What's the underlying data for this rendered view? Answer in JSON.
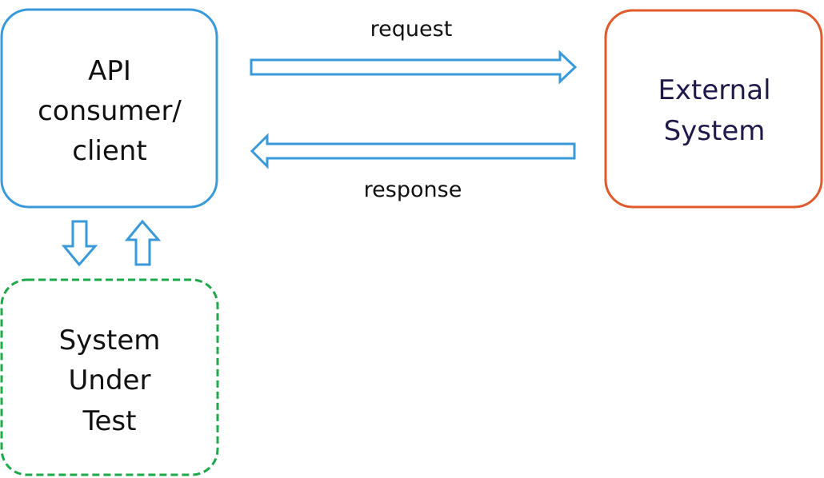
{
  "nodes": {
    "client": {
      "lines": [
        "API",
        "consumer/",
        "client"
      ],
      "border_color": "#3A9AD9",
      "text_color": "#111111"
    },
    "external": {
      "lines": [
        "External",
        "System"
      ],
      "border_color": "#E05A2B",
      "text_color": "#1F1A4A"
    },
    "sut": {
      "lines": [
        "System",
        "Under",
        "Test"
      ],
      "border_color": "#1FA84A",
      "text_color": "#111111"
    }
  },
  "edges": {
    "request_label": "request",
    "response_label": "response",
    "arrow_color": "#3A9AD9"
  }
}
